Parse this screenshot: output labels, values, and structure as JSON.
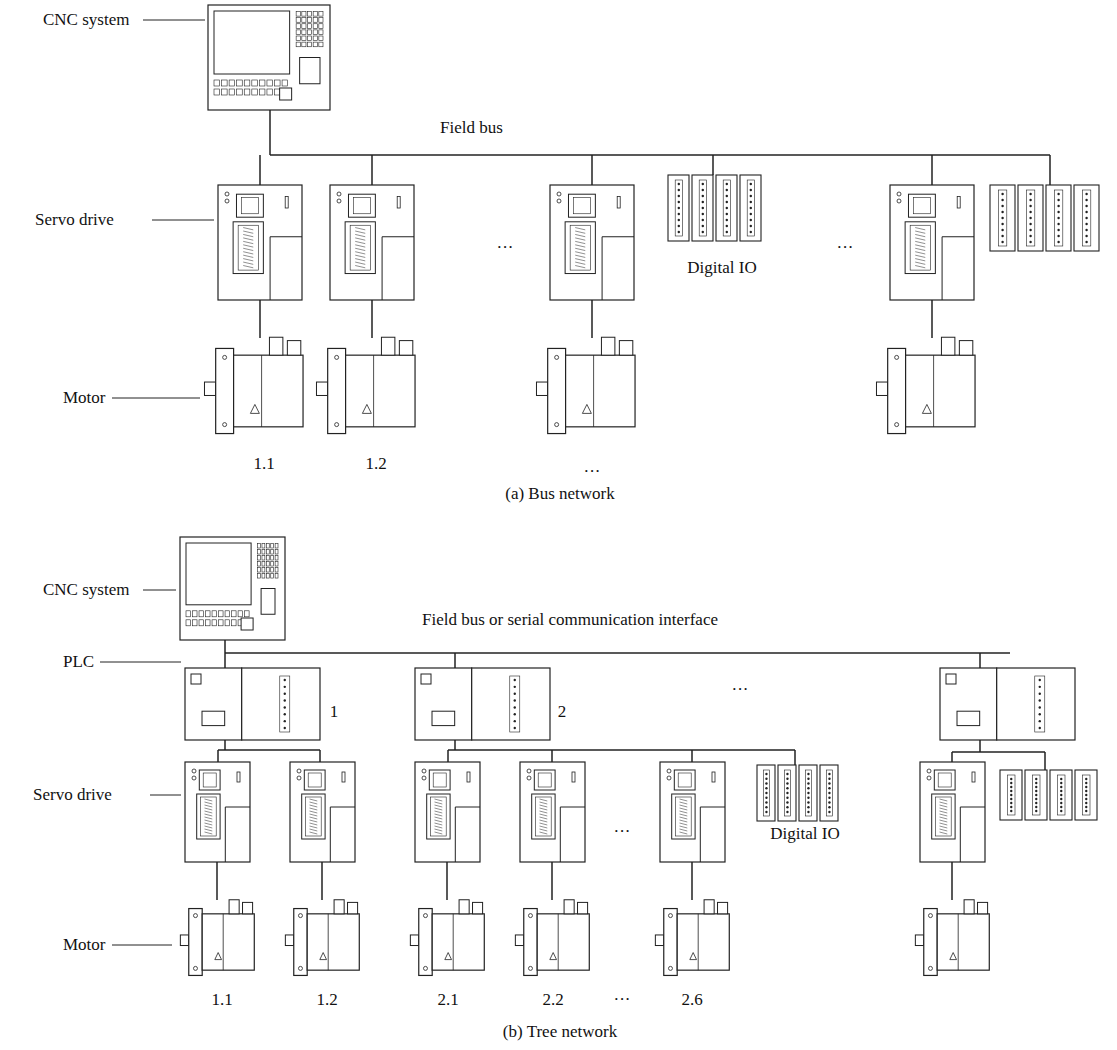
{
  "diagram": {
    "labels": [
      "CNC system",
      "Field bus",
      "Servo drive",
      "···",
      "Digital IO",
      "···",
      "Motor",
      "1.1",
      "1.2",
      "···",
      "(a)  Bus network",
      "CNC system",
      "Field bus or serial communication interface",
      "PLC",
      "1",
      "2",
      "···",
      "Servo drive",
      "···",
      "Digital IO",
      "Motor",
      "1.1",
      "1.2",
      "2.1",
      "2.2",
      "···",
      "2.6",
      "(b) Tree network"
    ]
  }
}
